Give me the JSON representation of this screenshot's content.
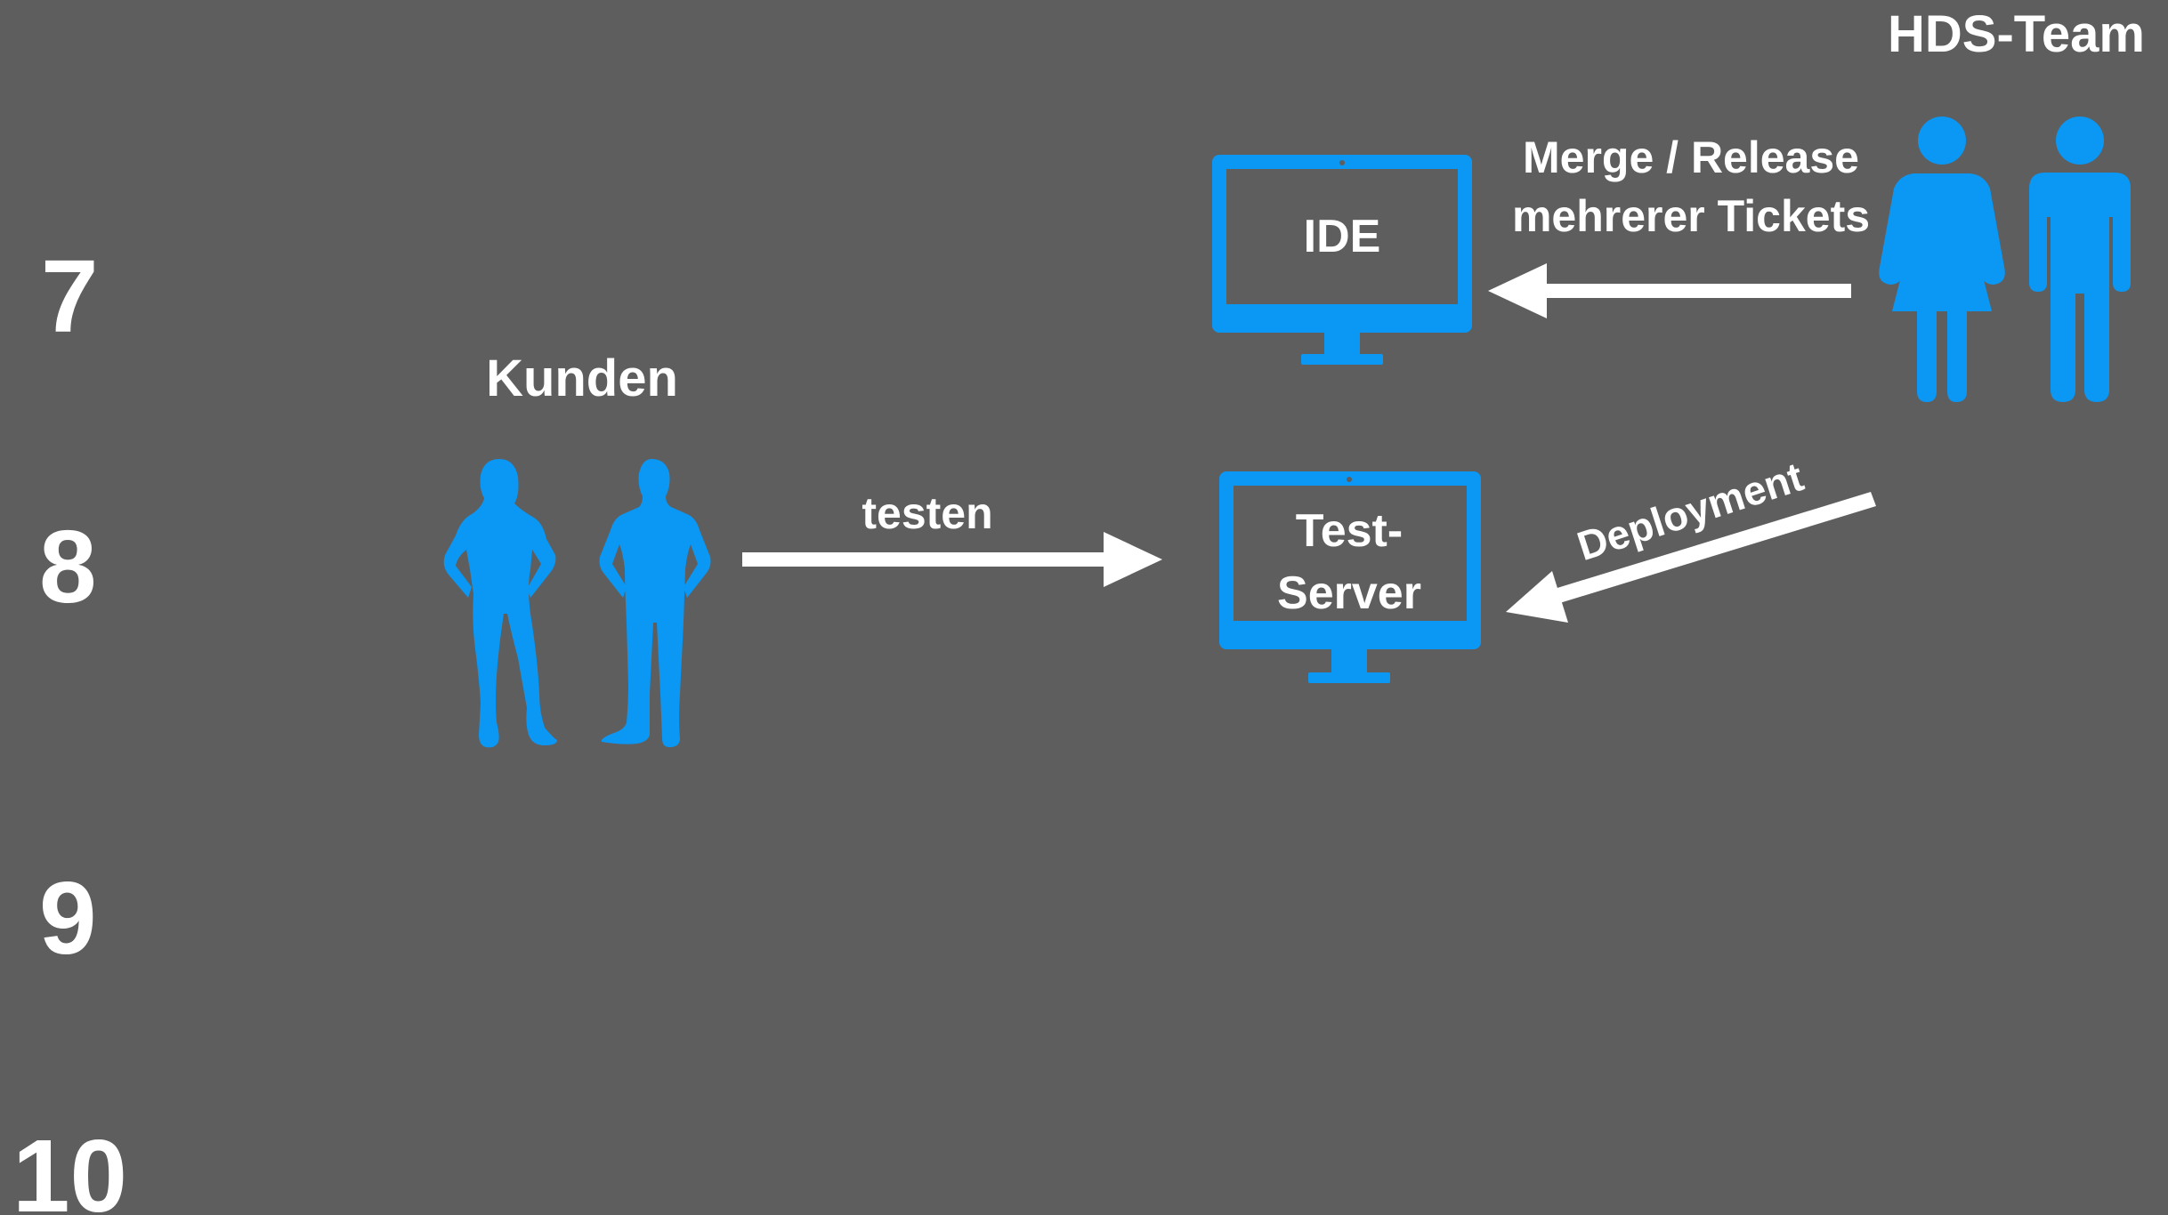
{
  "diagram": {
    "step_numbers": [
      "7",
      "8",
      "9",
      "10"
    ],
    "team_label": "HDS-Team",
    "customers_label": "Kunden",
    "ide": {
      "label": "IDE",
      "arrow_label_line1": "Merge / Release",
      "arrow_label_line2": "mehrerer Tickets"
    },
    "test_server": {
      "label_line1": "Test-",
      "label_line2": "Server",
      "arrow_label": "Deployment"
    },
    "testing_arrow_label": "testen"
  },
  "colors": {
    "background": "#5e5e5e",
    "accent": "#0b97f4",
    "text": "#ffffff"
  },
  "icons": [
    "monitor-icon",
    "woman-icon",
    "man-icon",
    "woman-silhouette-icon",
    "man-silhouette-icon",
    "arrow-left-icon",
    "arrow-right-icon"
  ]
}
